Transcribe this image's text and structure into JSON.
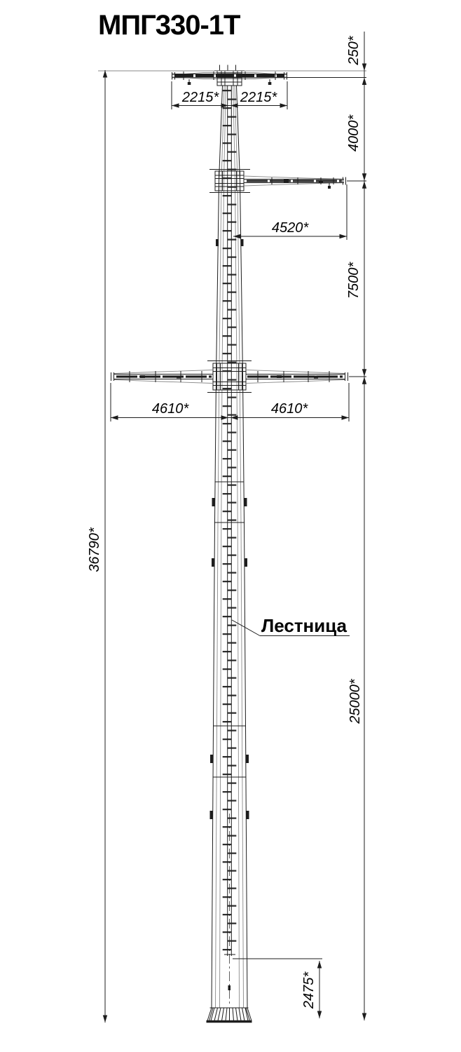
{
  "title": "МПГ330-1Т",
  "callouts": {
    "ladder": "Лестница"
  },
  "dimensions": {
    "overall_height": "36790*",
    "pole_top_to_upper_crossarm": "250*",
    "upper_to_middle_crossarm": "4000*",
    "middle_to_lower_crossarm": "7500*",
    "lower_crossarm_to_base": "25000*",
    "upper_crossarm_left_reach": "2215*",
    "upper_crossarm_right_reach": "2215*",
    "middle_crossarm_reach": "4520*",
    "lower_crossarm_left_reach": "4610*",
    "lower_crossarm_right_reach": "4610*",
    "ladder_bottom_height": "2475*"
  },
  "colors": {
    "line": "#1d1d1d",
    "thin_line": "#8a8a8a",
    "background": "#ffffff",
    "text": "#000000"
  }
}
